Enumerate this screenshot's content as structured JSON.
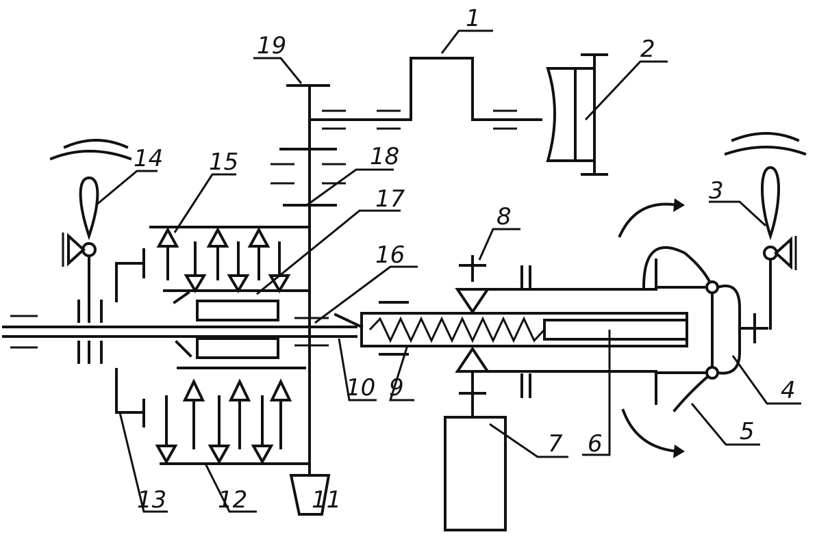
{
  "diagram": {
    "labels": {
      "l1": "1",
      "l2": "2",
      "l3": "3",
      "l4": "4",
      "l5": "5",
      "l6": "6",
      "l7": "7",
      "l8": "8",
      "l9": "9",
      "l10": "10",
      "l11": "11",
      "l12": "12",
      "l13": "13",
      "l14": "14",
      "l15": "15",
      "l16": "16",
      "l17": "17",
      "l18": "18",
      "l19": "19"
    }
  }
}
